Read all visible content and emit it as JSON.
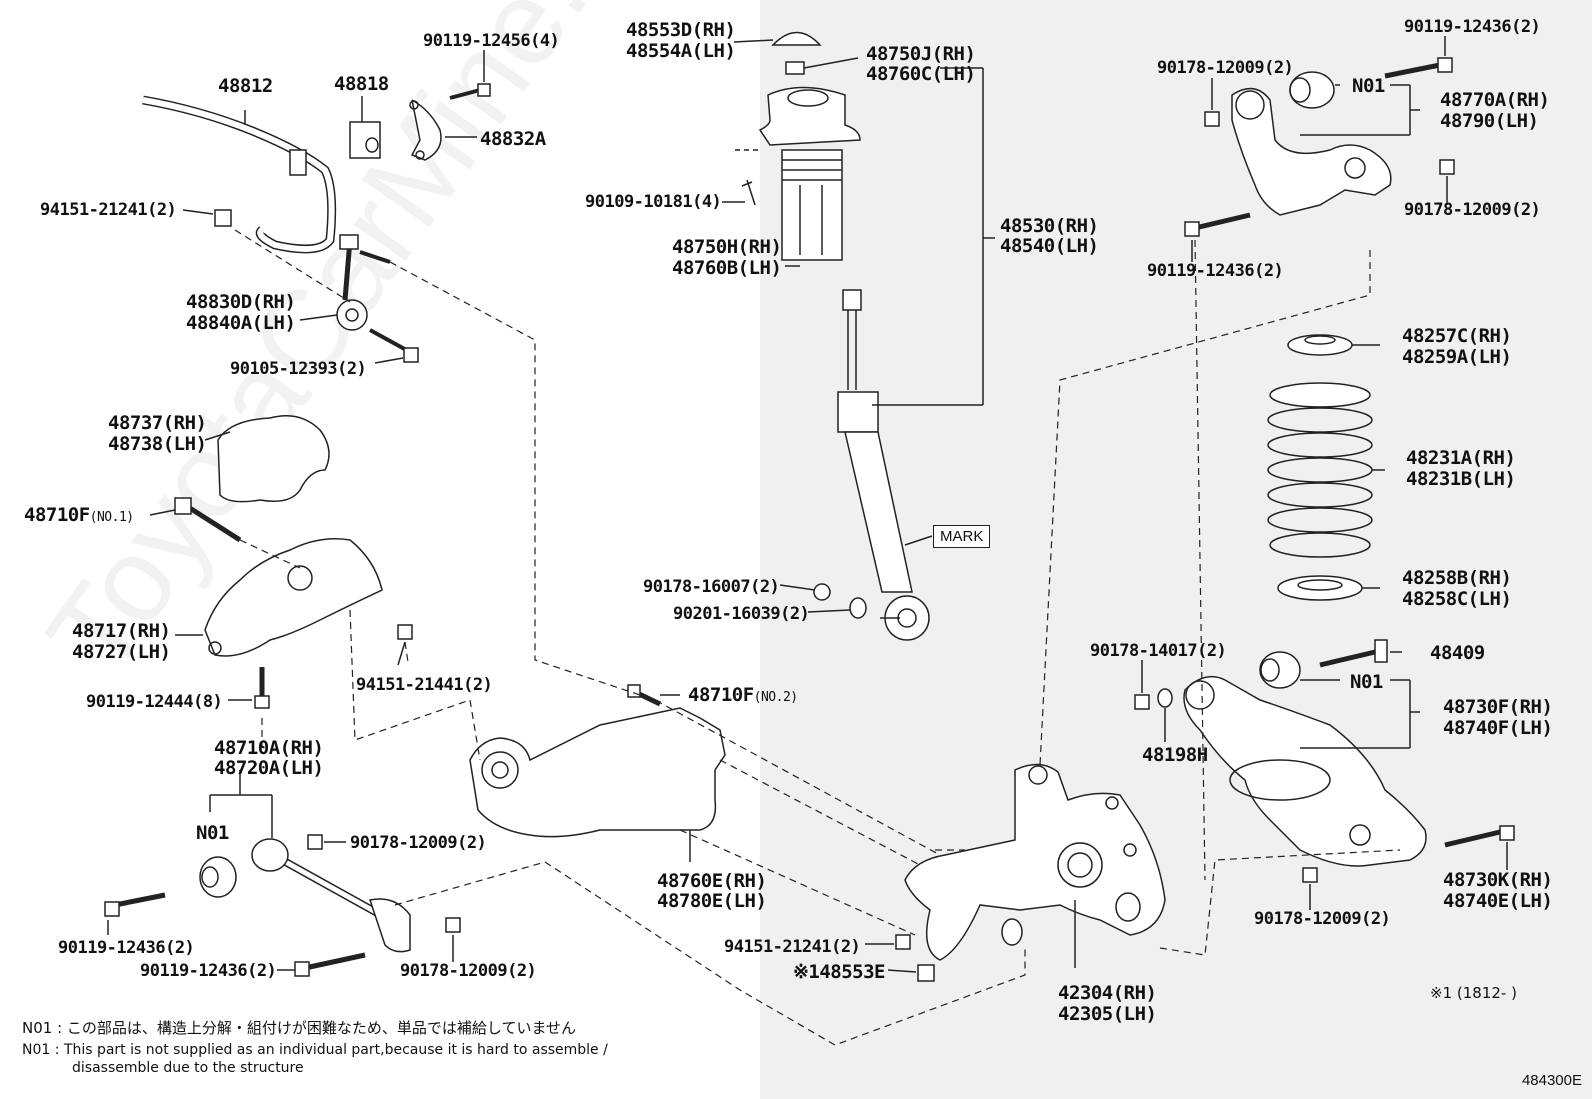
{
  "watermark": "ToyotaCarMine.ru",
  "diagram_id": "484300E",
  "mark_label": "MARK",
  "labels": {
    "p48553D": "48553D(RH)",
    "p48554A": "48554A(LH)",
    "p48750J": "48750J(RH)",
    "p48760C": "48760C(LH)",
    "p90109": "90109-10181(4)",
    "p48750H": "48750H(RH)",
    "p48760B": "48760B(LH)",
    "p48530": "48530(RH)",
    "p48540": "48540(LH)",
    "p90119_12456": "90119-12456(4)",
    "p48812": "48812",
    "p48818": "48818",
    "p48832A": "48832A",
    "p94151_21241a": "94151-21241(2)",
    "p48830D": "48830D(RH)",
    "p48840A": "48840A(LH)",
    "p90105": "90105-12393(2)",
    "p48737": "48737(RH)",
    "p48738": "48738(LH)",
    "p48710F1": "48710F",
    "p48710F1_ref": "(NO.1)",
    "p48717": "48717(RH)",
    "p48727": "48727(LH)",
    "p94151_21441": "94151-21441(2)",
    "p90119_12444": "90119-12444(8)",
    "p48710F2": "48710F",
    "p48710F2_ref": "(NO.2)",
    "p48710A": "48710A(RH)",
    "p48720A": "48720A(LH)",
    "pN01a": "N01",
    "p90178_12009a": "90178-12009(2)",
    "p90119_12436a": "90119-12436(2)",
    "p90119_12436b": "90119-12436(2)",
    "p90178_12009b": "90178-12009(2)",
    "p48760E": "48760E(RH)",
    "p48780E": "48780E(LH)",
    "p90178_16007": "90178-16007(2)",
    "p90201": "90201-16039(2)",
    "p94151_21241b": "94151-21241(2)",
    "p48553E": "※148553E",
    "p42304": "42304(RH)",
    "p42305": "42305(LH)",
    "p90119_12436c": "90119-12436(2)",
    "p90178_12009c": "90178-12009(2)",
    "pN01b": "N01",
    "p48770A": "48770A(RH)",
    "p48790": "48790(LH)",
    "p90178_12009d": "90178-12009(2)",
    "p90119_12436d": "90119-12436(2)",
    "p48257C": "48257C(RH)",
    "p48259A": "48259A(LH)",
    "p48231A": "48231A(RH)",
    "p48231B": "48231B(LH)",
    "p48258B": "48258B(RH)",
    "p48258C": "48258C(LH)",
    "p90178_14017": "90178-14017(2)",
    "p48409": "48409",
    "pN01c": "N01",
    "p48730F": "48730F(RH)",
    "p48740F": "48740F(LH)",
    "p48198H": "48198H",
    "p48730K": "48730K(RH)",
    "p48740E": "48740E(LH)",
    "p90178_12009e": "90178-12009(2)",
    "footnote1": "※1 (1812-      )"
  },
  "notes": {
    "jp": "N01 : この部品は、構造上分解・組付けが困難なため、単品では補給していません",
    "en1": "N01 :  This part is not supplied as an individual part,because it is hard to assemble /",
    "en2": "disassemble due to the structure"
  }
}
